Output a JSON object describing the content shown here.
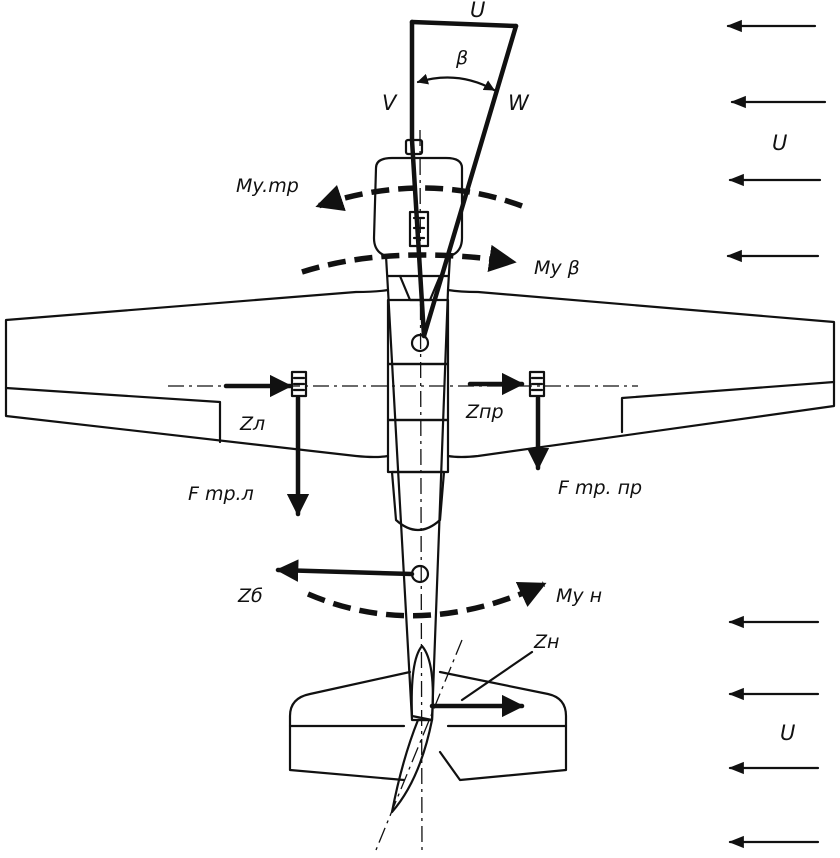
{
  "labels": {
    "U_top": "U",
    "beta": "β",
    "V": "V",
    "W": "W",
    "U_right_top": "U",
    "My_tr": "My.mp",
    "My_beta": "My β",
    "Z_l": "Zл",
    "Z_pr": "Zпр",
    "F_tr_l": "F mp.л",
    "F_tr_pr": "F mp. пр",
    "Z_b": "Zб",
    "My_n": "My н",
    "Z_n": "Zн",
    "U_right_bottom": "U"
  },
  "colors": {
    "ink": "#111111",
    "paper": "#ffffff"
  }
}
